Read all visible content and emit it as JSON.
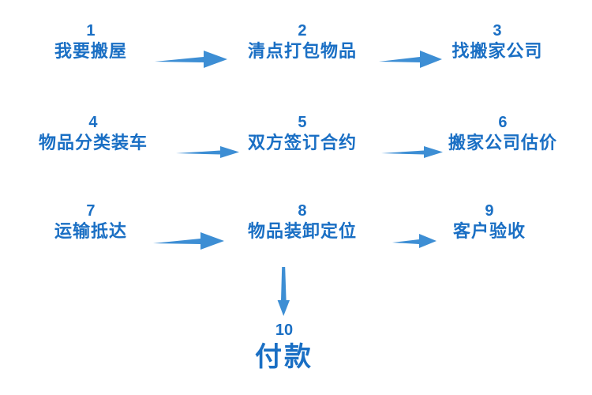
{
  "diagram": {
    "title": "",
    "background_color": "#ffffff",
    "text_color": "#1a6fc4",
    "arrow_color": "#3d8ed4",
    "rows": [
      {
        "row_index": 1,
        "steps": [
          {
            "number": "1",
            "label": "我要搬屋"
          },
          {
            "number": "2",
            "label": "清点打包物品"
          },
          {
            "number": "3",
            "label": "找搬家公司"
          }
        ],
        "connectors": [
          {
            "from": "1",
            "to": "2",
            "direction": "right",
            "style": "thick"
          },
          {
            "from": "2",
            "to": "3",
            "direction": "right",
            "style": "thick"
          }
        ]
      },
      {
        "row_index": 2,
        "steps": [
          {
            "number": "4",
            "label": "物品分类装车"
          },
          {
            "number": "5",
            "label": "双方签订合约"
          },
          {
            "number": "6",
            "label": "搬家公司估价"
          }
        ],
        "connectors": [
          {
            "from": "4",
            "to": "5",
            "direction": "right",
            "style": "thin"
          },
          {
            "from": "5",
            "to": "6",
            "direction": "right",
            "style": "thin"
          }
        ]
      },
      {
        "row_index": 3,
        "steps": [
          {
            "number": "7",
            "label": "运输抵达"
          },
          {
            "number": "8",
            "label": "物品装卸定位"
          },
          {
            "number": "9",
            "label": "客户验收"
          }
        ],
        "connectors": [
          {
            "from": "7",
            "to": "8",
            "direction": "right",
            "style": "thick"
          },
          {
            "from": "8",
            "to": "9",
            "direction": "right",
            "style": "short"
          }
        ]
      },
      {
        "row_index": 4,
        "steps": [
          {
            "number": "10",
            "label": "付款"
          }
        ],
        "connectors": [
          {
            "from": "8",
            "to": "10",
            "direction": "down",
            "style": "vertical"
          }
        ]
      }
    ]
  }
}
